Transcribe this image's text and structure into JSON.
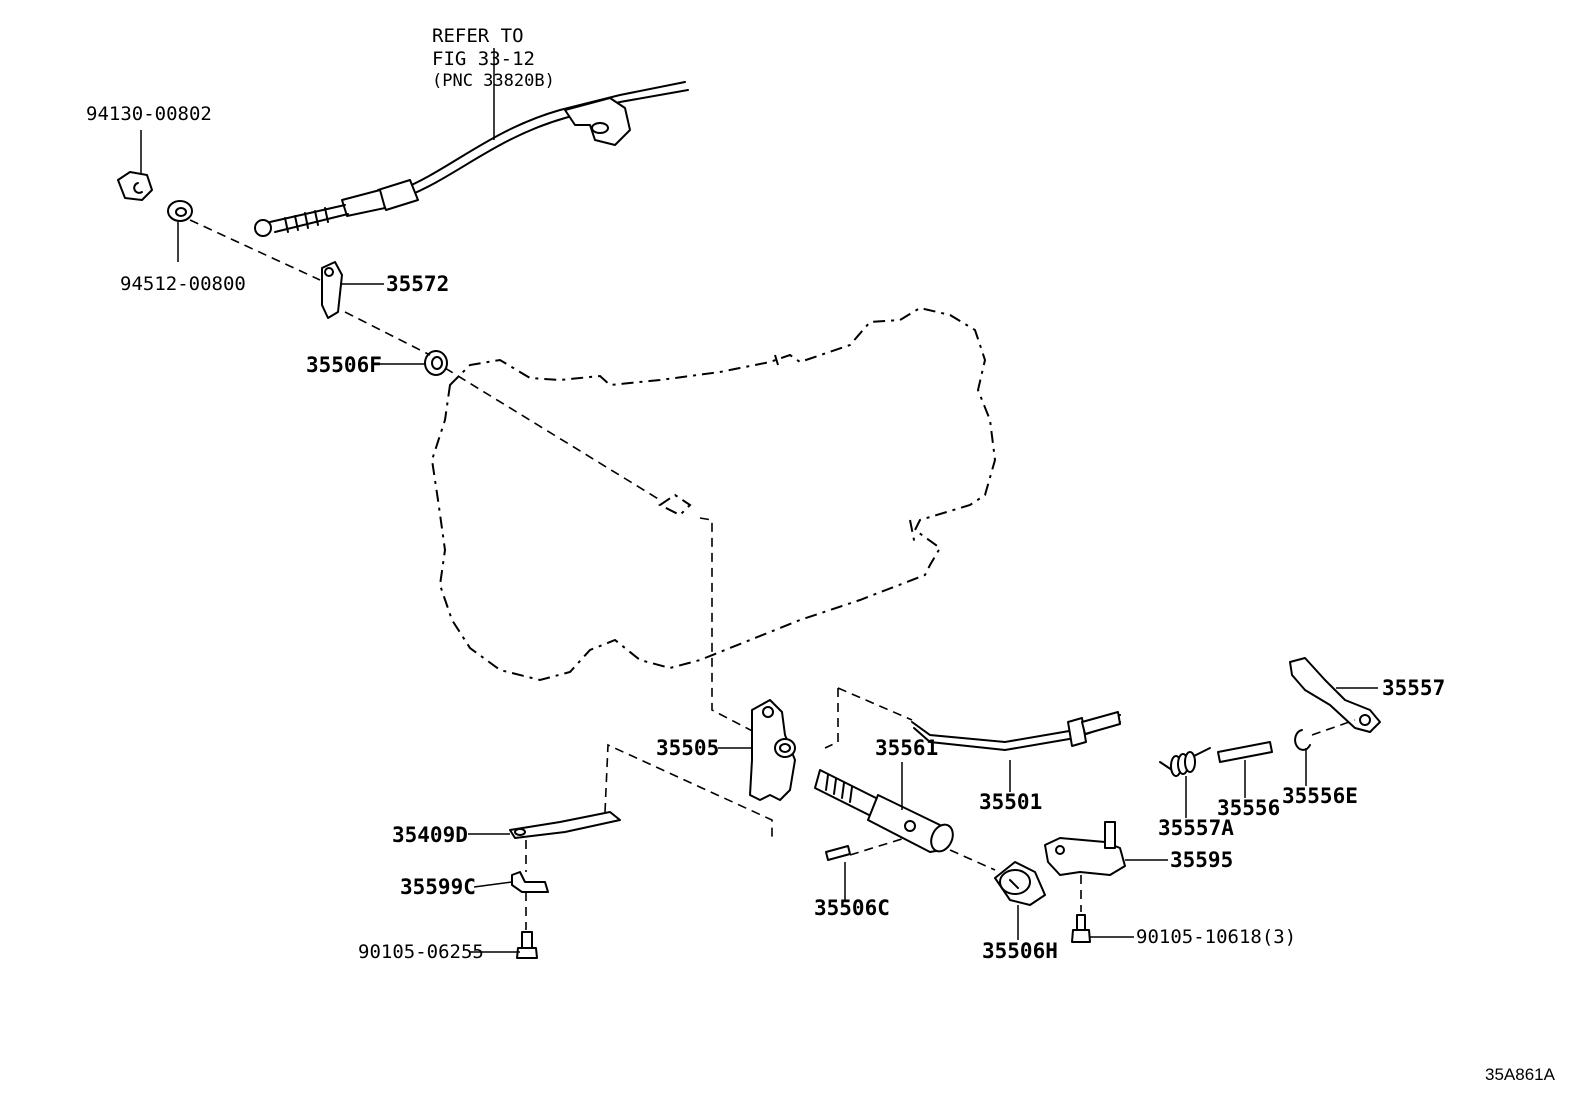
{
  "diagram": {
    "refer_note": [
      "REFER TO",
      "FIG 33-12",
      "(PNC 33820B)"
    ],
    "figure_id": "35A861A",
    "callouts": {
      "p94130": "94130-00802",
      "p94512": "94512-00800",
      "p35572": "35572",
      "p35506F": "35506F",
      "p35505": "35505",
      "p35561": "35561",
      "p35501": "35501",
      "p35557": "35557",
      "p35557A": "35557A",
      "p35556": "35556",
      "p35556E": "35556E",
      "p35595": "35595",
      "p35409D": "35409D",
      "p35599C": "35599C",
      "p90105a": "90105-06255",
      "p35506C": "35506C",
      "p35506H": "35506H",
      "p90105b": "90105-10618(3)"
    }
  }
}
